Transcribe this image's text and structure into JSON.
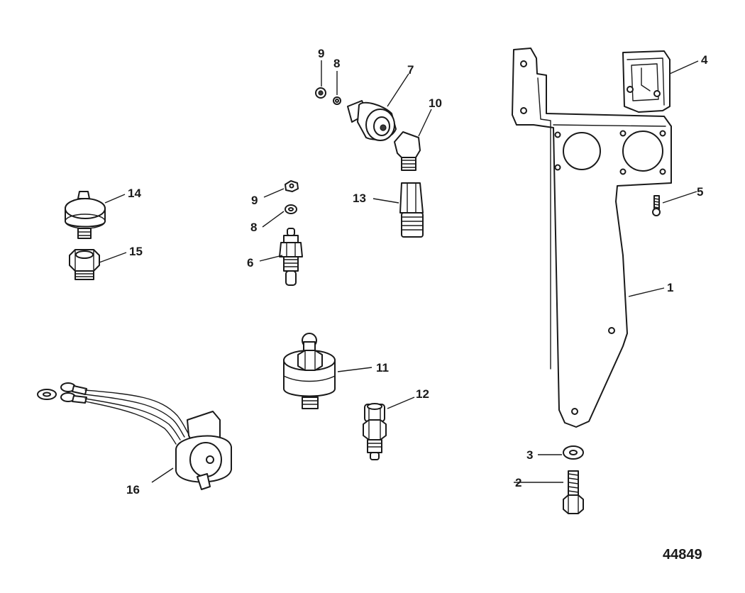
{
  "drawing_number": "44849",
  "callouts": {
    "c1": "1",
    "c2": "2",
    "c3": "3",
    "c4": "4",
    "c5": "5",
    "c6": "6",
    "c7": "7",
    "c8a": "8",
    "c8b": "8",
    "c9a": "9",
    "c9b": "9",
    "c10": "10",
    "c11": "11",
    "c12": "12",
    "c13": "13",
    "c14": "14",
    "c15": "15",
    "c16": "16"
  }
}
